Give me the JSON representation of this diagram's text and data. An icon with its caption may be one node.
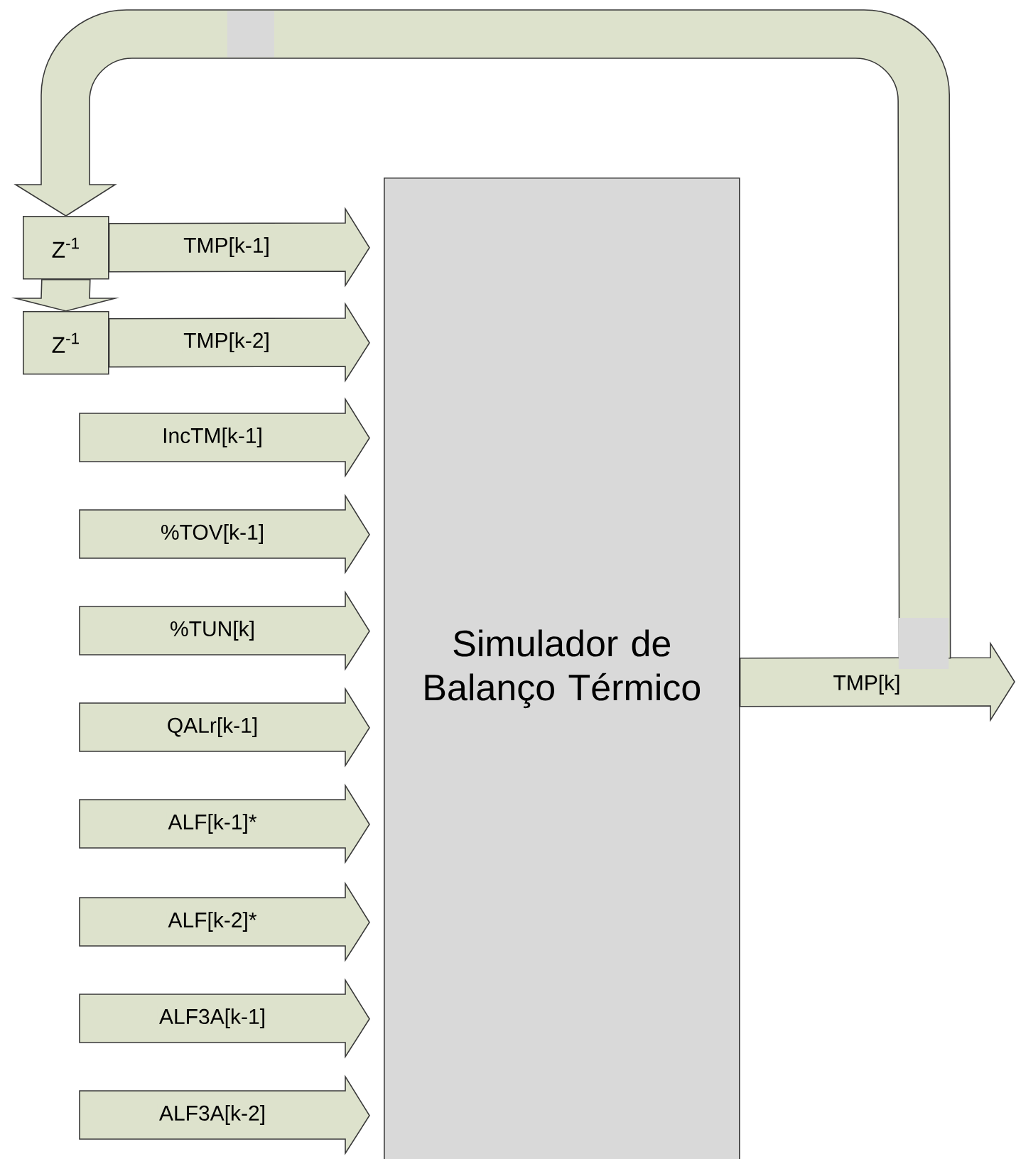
{
  "diagram": {
    "nodes": [
      {
        "text": [
          "Simulador de Balanço Térmico"
        ]
      },
      {
        "text": [
          "Z$^{-1}$"
        ]
      },
      {
        "text": [
          "Z$^{-1}$"
        ]
      }
    ],
    "edges": [
      {
        "from": 1,
        "to": 0,
        "arrow": "to",
        "label": "TMP[k-1]"
      },
      {
        "from": 2,
        "to": 0,
        "arrow": "to",
        "label": "TMP[k-2]"
      },
      {
        "from": null,
        "to": 0,
        "arrow": "to",
        "label": "IncTM[k-1]"
      },
      {
        "from": null,
        "to": 0,
        "arrow": "to",
        "label": "%TOV[k-1]"
      },
      {
        "from": null,
        "to": 0,
        "arrow": "to",
        "label": "%TUN[k]"
      },
      {
        "from": null,
        "to": 0,
        "arrow": "to",
        "label": "QALr[k-1]"
      },
      {
        "from": null,
        "to": 0,
        "arrow": "to",
        "label": "ALF[k-1]*"
      },
      {
        "from": null,
        "to": 0,
        "arrow": "to",
        "label": "ALF[k-2]*"
      },
      {
        "from": null,
        "to": 0,
        "arrow": "to",
        "label": "ALF3A[k-1]"
      },
      {
        "from": null,
        "to": 0,
        "arrow": "to",
        "label": "ALF3A[k-2]"
      },
      {
        "from": 0,
        "to": null,
        "arrow": "to",
        "label": "TMP[k]"
      },
      {
        "from": 0,
        "to": 1,
        "arrow": "to"
      },
      {
        "from": 1,
        "to": 2,
        "arrow": "to"
      }
    ]
  }
}
